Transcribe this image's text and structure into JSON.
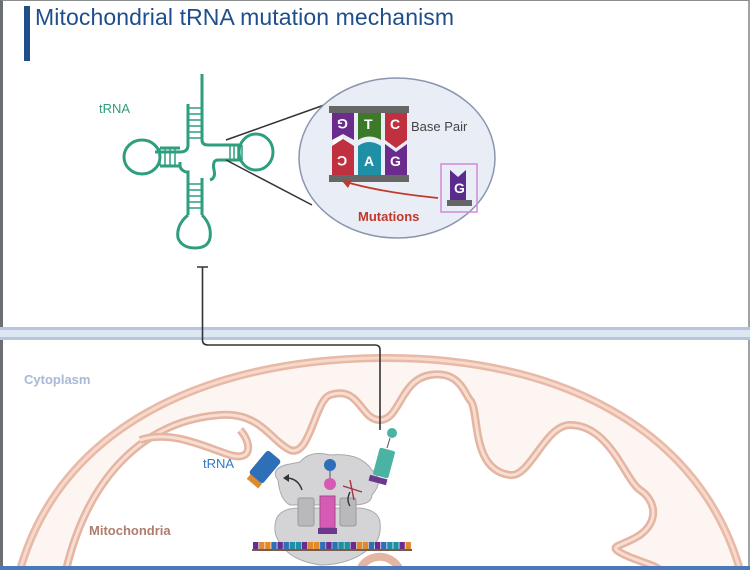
{
  "title": "Mitochondrial tRNA mutation mechanism",
  "labels": {
    "trna_top": "tRNA",
    "base_pair": "Base Pair",
    "mutations": "Mutations",
    "cytoplasm": "Cytoplasm",
    "mitochondria": "Mitochondria",
    "trna_bottom": "tRNA"
  },
  "base_pairs": {
    "top": [
      "G",
      "T",
      "C"
    ],
    "bottom": [
      "C",
      "A",
      "G"
    ],
    "mutant": "G"
  },
  "colors": {
    "title": "#1f4e8c",
    "trna": "#2e9e7e",
    "mutation": "#c0392b",
    "cytoplasm_label": "#a9b8d6",
    "mitochondria_label": "#b07c6e",
    "trna_bottom_label": "#2f7bbf",
    "membrane": "#bccde3",
    "mito_outline": "#e3b5a2"
  }
}
